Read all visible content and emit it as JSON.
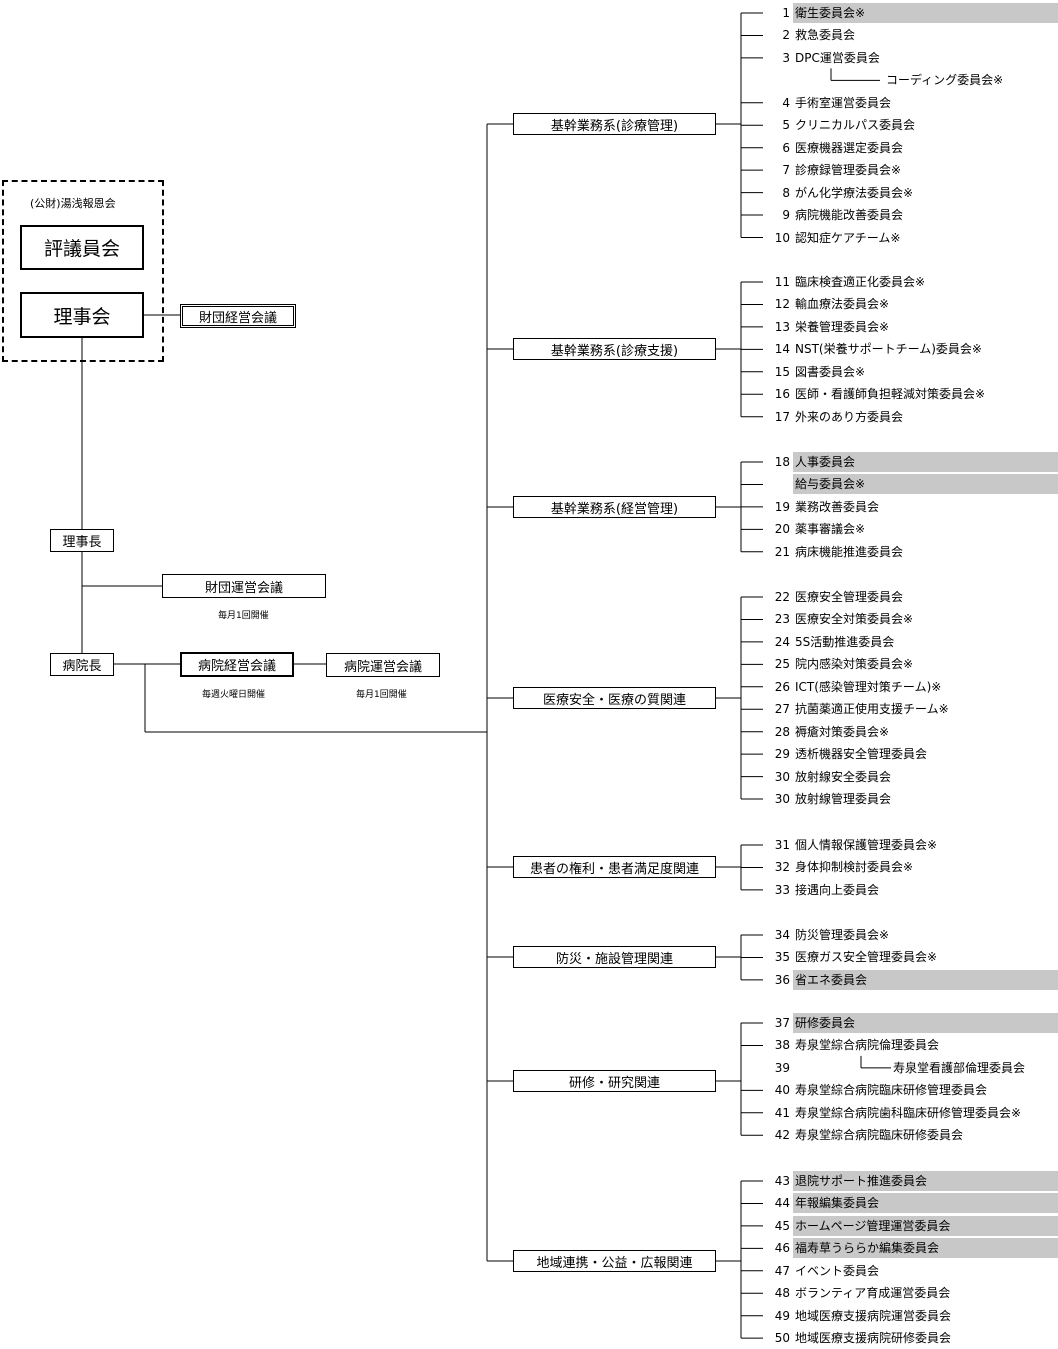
{
  "foundation": {
    "name": "(公財)湯浅報恩会",
    "board_councilors": "評議員会",
    "board_directors": "理事会",
    "foundation_management": "財団経営会議"
  },
  "chairman": "理事長",
  "foundation_operation": {
    "label": "財団運営会議",
    "note": "毎月1回開催"
  },
  "hospital_director": "病院長",
  "hospital_management": {
    "label": "病院経営会議",
    "note": "毎週火曜日開催"
  },
  "hospital_operation": {
    "label": "病院運営会議",
    "note": "毎月1回開催"
  },
  "groups": [
    {
      "label": "基幹業務系(診療管理)",
      "items": [
        {
          "n": "1",
          "t": "衛生委員会※",
          "h": true
        },
        {
          "n": "2",
          "t": "救急委員会"
        },
        {
          "n": "3",
          "t": "DPC運営委員会"
        },
        {
          "n": "",
          "t": "コーディング委員会※",
          "sub": true
        },
        {
          "n": "4",
          "t": "手術室運営委員会"
        },
        {
          "n": "5",
          "t": "クリニカルパス委員会"
        },
        {
          "n": "6",
          "t": "医療機器選定委員会"
        },
        {
          "n": "7",
          "t": "診療録管理委員会※"
        },
        {
          "n": "8",
          "t": "がん化学療法委員会※"
        },
        {
          "n": "9",
          "t": "病院機能改善委員会"
        },
        {
          "n": "10",
          "t": "認知症ケアチーム※"
        }
      ]
    },
    {
      "label": "基幹業務系(診療支援)",
      "items": [
        {
          "n": "11",
          "t": "臨床検査適正化委員会※"
        },
        {
          "n": "12",
          "t": "輸血療法委員会※"
        },
        {
          "n": "13",
          "t": "栄養管理委員会※"
        },
        {
          "n": "14",
          "t": "NST(栄養サポートチーム)委員会※"
        },
        {
          "n": "15",
          "t": "図書委員会※"
        },
        {
          "n": "16",
          "t": "医師・看護師負担軽減対策委員会※"
        },
        {
          "n": "17",
          "t": "外来のあり方委員会"
        }
      ]
    },
    {
      "label": "基幹業務系(経営管理)",
      "items": [
        {
          "n": "18",
          "t": "人事委員会",
          "h": true
        },
        {
          "n": "",
          "t": "給与委員会※",
          "h": true
        },
        {
          "n": "19",
          "t": "業務改善委員会"
        },
        {
          "n": "20",
          "t": "薬事審議会※"
        },
        {
          "n": "21",
          "t": "病床機能推進委員会"
        }
      ]
    },
    {
      "label": "医療安全・医療の質関連",
      "items": [
        {
          "n": "22",
          "t": "医療安全管理委員会"
        },
        {
          "n": "23",
          "t": "医療安全対策委員会※"
        },
        {
          "n": "24",
          "t": "5S活動推進委員会"
        },
        {
          "n": "25",
          "t": "院内感染対策委員会※"
        },
        {
          "n": "26",
          "t": "ICT(感染管理対策チーム)※"
        },
        {
          "n": "27",
          "t": "抗菌薬適正使用支援チーム※"
        },
        {
          "n": "28",
          "t": "褥瘡対策委員会※"
        },
        {
          "n": "29",
          "t": "透析機器安全管理委員会"
        },
        {
          "n": "30",
          "t": "放射線安全委員会"
        },
        {
          "n": "30",
          "t": "放射線管理委員会"
        }
      ]
    },
    {
      "label": "患者の権利・患者満足度関連",
      "items": [
        {
          "n": "31",
          "t": "個人情報保護管理委員会※"
        },
        {
          "n": "32",
          "t": "身体抑制検討委員会※"
        },
        {
          "n": "33",
          "t": "接遇向上委員会"
        }
      ]
    },
    {
      "label": "防災・施設管理関連",
      "items": [
        {
          "n": "34",
          "t": "防災管理委員会※"
        },
        {
          "n": "35",
          "t": "医療ガス安全管理委員会※"
        },
        {
          "n": "36",
          "t": "省エネ委員会",
          "h": true
        }
      ]
    },
    {
      "label": "研修・研究関連",
      "items": [
        {
          "n": "37",
          "t": "研修委員会",
          "h": true
        },
        {
          "n": "38",
          "t": "寿泉堂綜合病院倫理委員会"
        },
        {
          "n": "39",
          "t": "寿泉堂看護部倫理委員会",
          "sub": true
        },
        {
          "n": "40",
          "t": "寿泉堂綜合病院臨床研修管理委員会"
        },
        {
          "n": "41",
          "t": "寿泉堂綜合病院歯科臨床研修管理委員会※"
        },
        {
          "n": "42",
          "t": "寿泉堂綜合病院臨床研修委員会"
        }
      ]
    },
    {
      "label": "地域連携・公益・広報関連",
      "items": [
        {
          "n": "43",
          "t": "退院サポート推進委員会",
          "h": true
        },
        {
          "n": "44",
          "t": "年報編集委員会",
          "h": true
        },
        {
          "n": "45",
          "t": "ホームページ管理運営委員会",
          "h": true
        },
        {
          "n": "46",
          "t": "福寿草うららか編集委員会",
          "h": true
        },
        {
          "n": "47",
          "t": "イベント委員会"
        },
        {
          "n": "48",
          "t": "ボランティア育成運営委員会"
        },
        {
          "n": "49",
          "t": "地域医療支援病院運営委員会"
        },
        {
          "n": "50",
          "t": "地域医療支援病院研修委員会"
        }
      ]
    }
  ]
}
